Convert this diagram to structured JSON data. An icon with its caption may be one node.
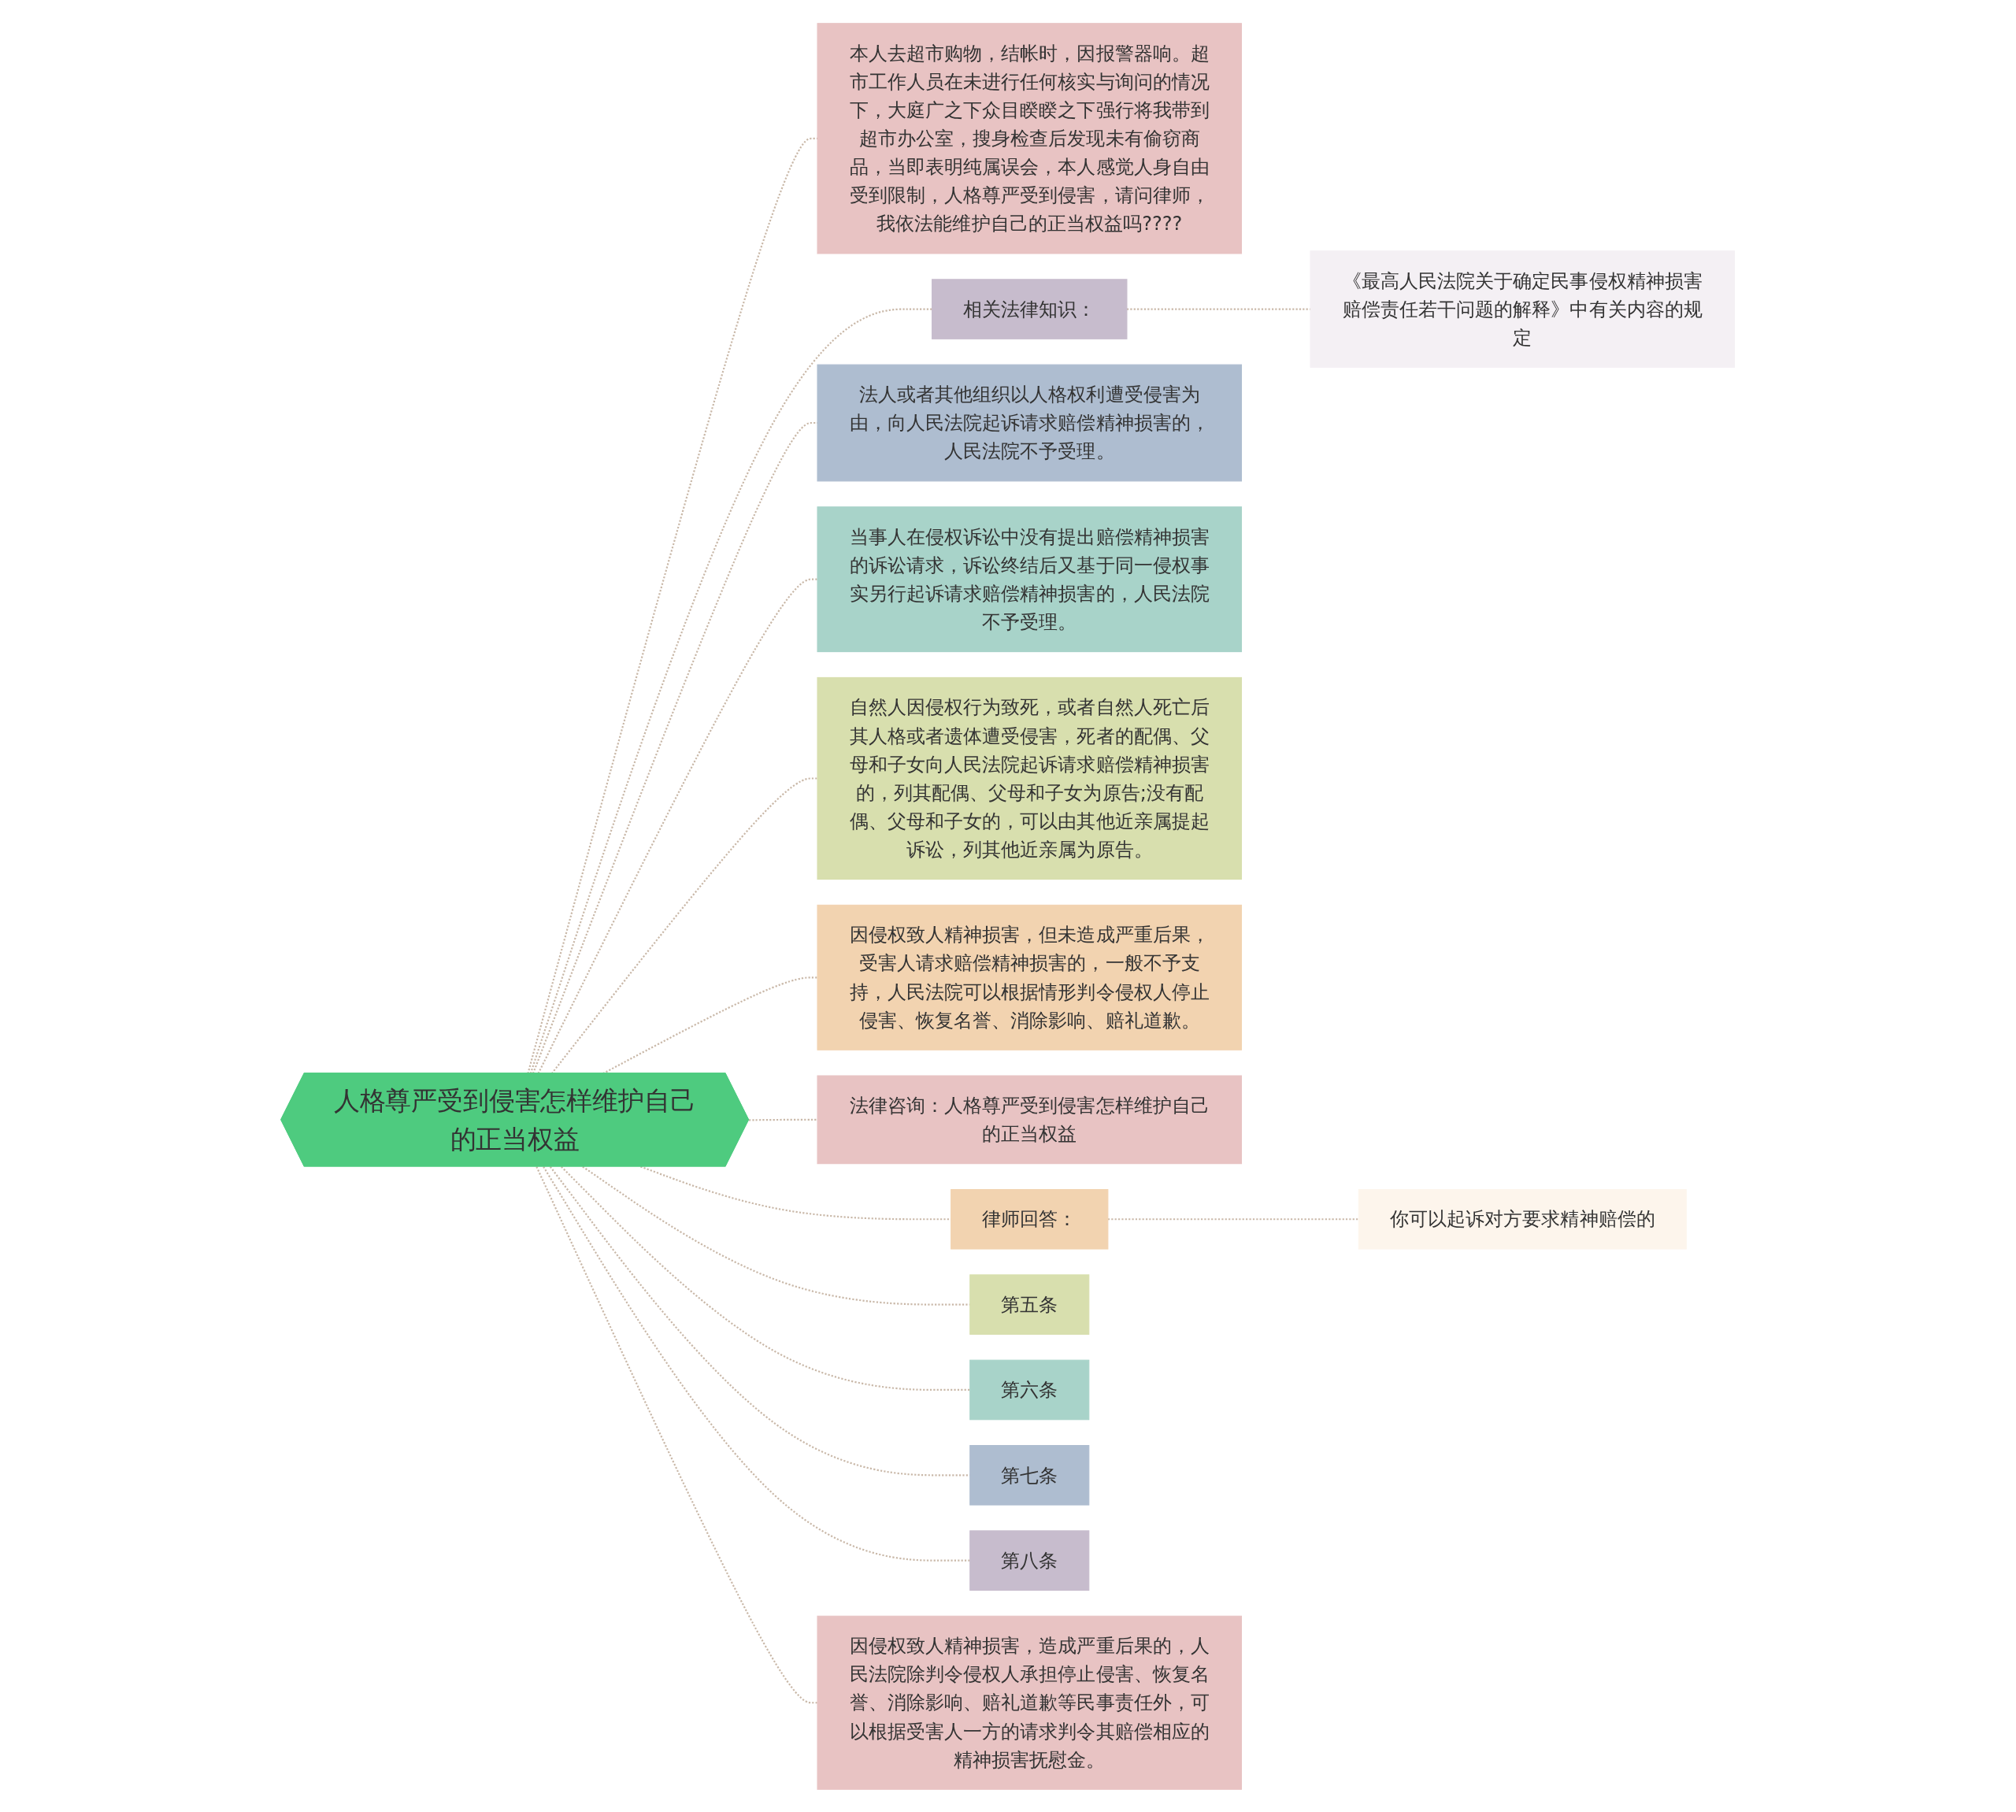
{
  "diagram": {
    "nodes": [
      {
        "text": [
          "人格尊严受到侵害怎样维护自己的正当权益"
        ]
      },
      {
        "text": [
          "本人去超市购物，结帐时，因报警器响。超市工作人员在未进行任何核实与询问的情况下，大庭广之下众目睽睽之下强行将我带到超市办公室，搜身检查后发现未有偷窃商品，当即表明纯属误会，本人感觉人身自由受到限制，人格尊严受到侵害，请问律师，我依法能维护自己的正当权益吗????"
        ]
      },
      {
        "text": [
          "相关法律知识："
        ]
      },
      {
        "text": [
          "《最高人民法院关于确定民事侵权精神损害赔偿责任若干问题的解释》中有关内容的规定"
        ]
      },
      {
        "text": [
          "法人或者其他组织以人格权利遭受侵害为由，向人民法院起诉请求赔偿精神损害的，人民法院不予受理。"
        ]
      },
      {
        "text": [
          "当事人在侵权诉讼中没有提出赔偿精神损害的诉讼请求，诉讼终结后又基于同一侵权事实另行起诉请求赔偿精神损害的，人民法院不予受理。"
        ]
      },
      {
        "text": [
          "自然人因侵权行为致死，或者自然人死亡后其人格或者遗体遭受侵害，死者的配偶、父母和子女向人民法院起诉请求赔偿精神损害的，列其配偶、父母和子女为原告;没有配偶、父母和子女的，可以由其他近亲属提起诉讼，列其他近亲属为原告。"
        ]
      },
      {
        "text": [
          "因侵权致人精神损害，但未造成严重后果，受害人请求赔偿精神损害的，一般不予支持，人民法院可以根据情形判令侵权人停止侵害、恢复名誉、消除影响、赔礼道歉。"
        ]
      },
      {
        "text": [
          "法律咨询：人格尊严受到侵害怎样维护自己的正当权益"
        ]
      },
      {
        "text": [
          "律师回答："
        ]
      },
      {
        "text": [
          "你可以起诉对方要求精神赔偿的"
        ]
      },
      {
        "text": [
          "第五条"
        ]
      },
      {
        "text": [
          "第六条"
        ]
      },
      {
        "text": [
          "第七条"
        ]
      },
      {
        "text": [
          "第八条"
        ]
      },
      {
        "text": [
          "因侵权致人精神损害，造成严重后果的，人民法院除判令侵权人承担停止侵害、恢复名誉、消除影响、赔礼道歉等民事责任外，可以根据受害人一方的请求判令其赔偿相应的精神损害抚慰金。"
        ]
      }
    ],
    "edges": [
      {
        "from": 0,
        "to": 1,
        "arrow": "none",
        "style": "dashed"
      },
      {
        "from": 0,
        "to": 2,
        "arrow": "none",
        "style": "dashed"
      },
      {
        "from": 2,
        "to": 3,
        "arrow": "none",
        "style": "dashed"
      },
      {
        "from": 0,
        "to": 4,
        "arrow": "none",
        "style": "dashed"
      },
      {
        "from": 0,
        "to": 5,
        "arrow": "none",
        "style": "dashed"
      },
      {
        "from": 0,
        "to": 6,
        "arrow": "none",
        "style": "dashed"
      },
      {
        "from": 0,
        "to": 7,
        "arrow": "none",
        "style": "dashed"
      },
      {
        "from": 0,
        "to": 8,
        "arrow": "none",
        "style": "dashed"
      },
      {
        "from": 0,
        "to": 9,
        "arrow": "none",
        "style": "dashed"
      },
      {
        "from": 9,
        "to": 10,
        "arrow": "none",
        "style": "dashed"
      },
      {
        "from": 0,
        "to": 11,
        "arrow": "none",
        "style": "dashed"
      },
      {
        "from": 0,
        "to": 12,
        "arrow": "none",
        "style": "dashed"
      },
      {
        "from": 0,
        "to": 13,
        "arrow": "none",
        "style": "dashed"
      },
      {
        "from": 0,
        "to": 14,
        "arrow": "none",
        "style": "dashed"
      },
      {
        "from": 0,
        "to": 15,
        "arrow": "none",
        "style": "dashed"
      }
    ]
  }
}
